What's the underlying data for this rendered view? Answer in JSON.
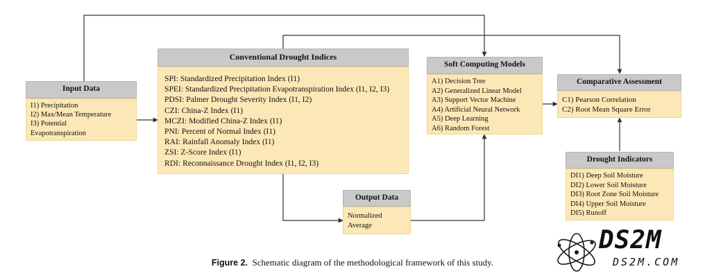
{
  "boxes": {
    "input": {
      "title": "Input Data",
      "items": [
        "I1) Precipitation",
        "I2) Max/Mean Temperature",
        "I3) Potential",
        "Evapotranspiration"
      ]
    },
    "conventional": {
      "title": "Conventional Drought Indices",
      "items": [
        "SPI: Standardized Precipitation Index (I1)",
        "SPEI: Standardized Precipitation Evapotranspiration Index (I1, I2, I3)",
        "PDSI: Palmer Drought Severity Index (I1, I2)",
        "CZI: China-Z Index (I1)",
        "MCZI: Modified China-Z Index (I1)",
        "PNI: Percent of Normal Index (I1)",
        "RAI: Rainfall  Anomaly Index (I1)",
        "ZSI: Z-Score Index (I1)",
        "RDI: Reconnaissance Drought Index (I1, I2, I3)"
      ]
    },
    "soft": {
      "title": "Soft Computing Models",
      "items": [
        "A1) Decision Tree",
        "A2) Generalized  Linear Model",
        "A3) Support Vector Machine",
        "A4) Artificial Neural Network",
        "A5) Deep Learning",
        "A6) Random Forest"
      ]
    },
    "output": {
      "title": "Output Data",
      "items": [
        "Normalized",
        "Average"
      ]
    },
    "comparative": {
      "title": "Comparative Assessment",
      "items": [
        "C1) Pearson Correlation",
        "C2) Root Mean Square Error"
      ]
    },
    "indicators": {
      "title": "Drought Indicators",
      "items": [
        "DI1) Deep Soil Moisture",
        "DI2) Lower Soil Moisture",
        "DI3) Root Zone Soil Moisture",
        "DI4) Upper Soil Moisture",
        "DI5) Runoff"
      ]
    }
  },
  "caption": {
    "label": "Figure 2.",
    "text": "Schematic diagram of the methodological framework of this study."
  },
  "watermark": {
    "wordmark": "DS2M",
    "url": "DS2M.COM"
  },
  "colors": {
    "header_fill": "#c9c9c9",
    "body_fill": "#fce8b6",
    "line": "#333333"
  }
}
